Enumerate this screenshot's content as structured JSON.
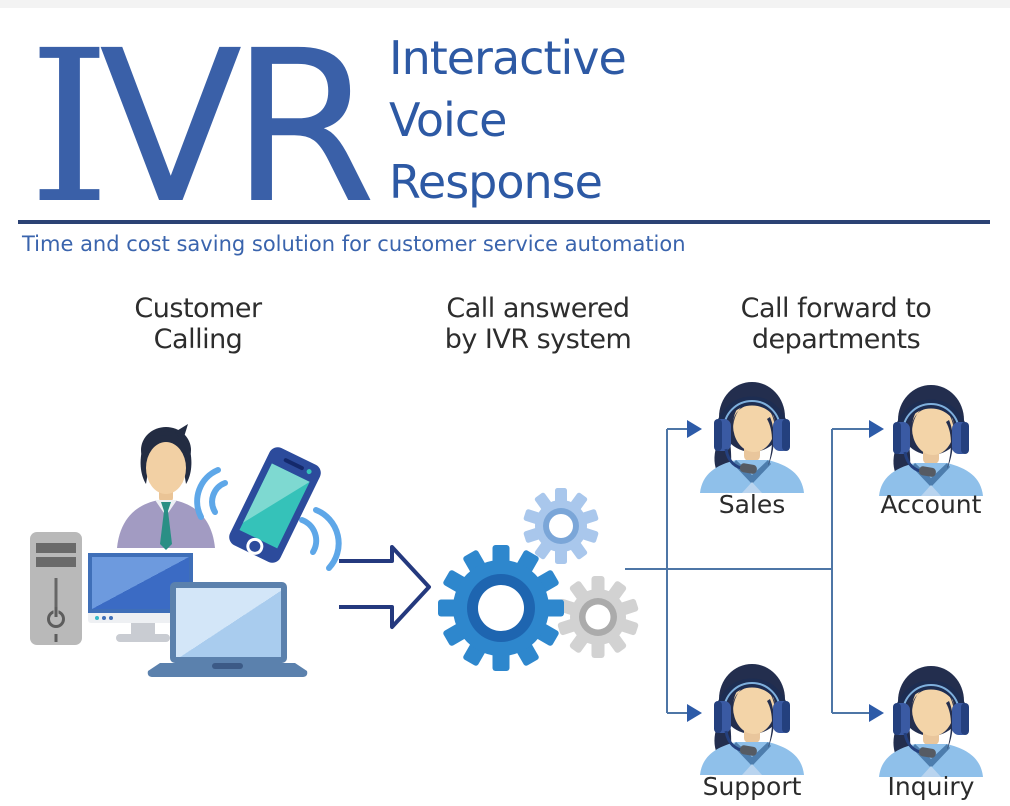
{
  "header": {
    "wordmark_i": "I",
    "wordmark_vr": "VR",
    "wordmark_full": "IVR",
    "expansion": [
      "Interactive",
      "Voice",
      "Response"
    ],
    "tagline": "Time and cost saving solution for customer service automation"
  },
  "stages": [
    {
      "id": "customer",
      "heading_line1": "Customer",
      "heading_line2": "Calling",
      "icon": "customer-devices-icon"
    },
    {
      "id": "ivr-system",
      "heading_line1": "Call answered",
      "heading_line2": "by IVR system",
      "icon": "gears-icon"
    },
    {
      "id": "departments",
      "heading_line1": "Call forward to",
      "heading_line2": "departments",
      "icon": "support-agent-icon"
    }
  ],
  "departments": [
    {
      "label": "Sales"
    },
    {
      "label": "Account"
    },
    {
      "label": "Support"
    },
    {
      "label": "Inquiry"
    }
  ],
  "icons": {
    "flow_arrow": "arrow-right-outline-icon",
    "branch_arrow": "arrowhead-right-icon",
    "gears": "gears-icon",
    "agent": "support-agent-icon",
    "devices": "customer-devices-icon"
  },
  "colors": {
    "brand_blue": "#3a60a8",
    "expansion_blue": "#2d59a4",
    "divider_navy": "#2b4274",
    "tagline_blue": "#3a64ad",
    "heading_text": "#2d2d2d",
    "label_text": "#2b2b2b",
    "connector_line": "#4e76a6",
    "arrowhead": "#2d5ba8",
    "flow_arrow_outline": "#24397e",
    "gear_blue": "#2e87cd",
    "gear_light_blue": "#a9c7ec",
    "gear_gray": "#d2d2d2",
    "agent_hair": "#232e4e",
    "agent_skin": "#f3d4a8",
    "headset_blue": "#3a5aa3",
    "shirt_light_blue": "#8fc0ea",
    "collar_blue": "#4d7dad",
    "person_shirt_mauve": "#a29bc2",
    "tie_teal": "#2a8f85",
    "phone_body": "#2c4b9c",
    "phone_screen_teal": "#35c2b9",
    "wave_blue": "#5ea7e8"
  }
}
